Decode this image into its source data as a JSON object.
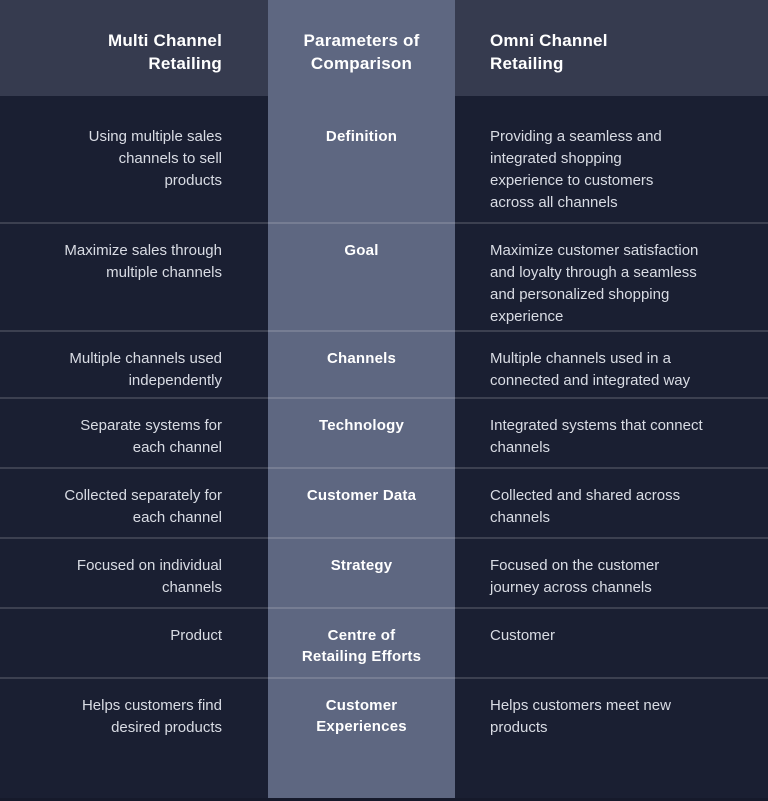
{
  "chart_data": {
    "type": "table",
    "columns": [
      "Multi Channel Retailing",
      "Parameters of Comparison",
      "Omni Channel Retailing"
    ],
    "rows": [
      [
        "Using multiple sales channels to sell products",
        "Definition",
        "Providing a seamless and integrated shopping experience to customers across all channels"
      ],
      [
        "Maximize sales through multiple channels",
        "Goal",
        "Maximize customer satisfaction and loyalty through a seamless and personalized shopping experience"
      ],
      [
        "Multiple channels used independently",
        "Channels",
        "Multiple channels used in a connected and integrated way"
      ],
      [
        "Separate systems for each channel",
        "Technology",
        "Integrated systems that connect channels"
      ],
      [
        "Collected separately for each channel",
        "Customer Data",
        "Collected and shared across channels"
      ],
      [
        "Focused on individual channels",
        "Strategy",
        "Focused on the customer journey across channels"
      ],
      [
        "Product",
        "Centre of Retailing Efforts",
        "Customer"
      ],
      [
        "Helps customers find desired products",
        "Customer Experiences",
        "Helps customers meet new products"
      ]
    ]
  },
  "header": {
    "left": "Multi Channel\nRetailing",
    "middle": "Parameters of\nComparison",
    "right": "Omni Channel\nRetailing"
  },
  "rows": [
    {
      "left": "Using multiple sales\nchannels to sell\nproducts",
      "param": "Definition",
      "right": "Providing a seamless and\nintegrated shopping\nexperience to customers\nacross all channels"
    },
    {
      "left": "Maximize sales through\nmultiple channels",
      "param": "Goal",
      "right": "Maximize customer satisfaction\nand loyalty through a seamless\nand personalized shopping\nexperience"
    },
    {
      "left": "Multiple channels used\nindependently",
      "param": "Channels",
      "right": "Multiple channels used in a\nconnected and integrated way"
    },
    {
      "left": "Separate systems for\neach channel",
      "param": "Technology",
      "right": "Integrated systems that connect\nchannels"
    },
    {
      "left": "Collected separately for\neach channel",
      "param": "Customer Data",
      "right": "Collected and shared across\nchannels"
    },
    {
      "left": "Focused on individual\nchannels",
      "param": "Strategy",
      "right": "Focused on the customer\njourney across channels"
    },
    {
      "left": "Product",
      "param": "Centre of\nRetailing Efforts",
      "right": "Customer"
    },
    {
      "left": "Helps customers find\ndesired products",
      "param": "Customer\nExperiences",
      "right": "Helps customers meet new\nproducts"
    }
  ],
  "colors": {
    "header_side_bg": "#363b4f",
    "body_side_bg": "#1a1f32",
    "middle_col_bg": "#5e6781",
    "footer_bg": "#161a2b",
    "divider": "rgba(255,255,255,0.15)",
    "header_text": "#ffffff",
    "param_text": "#ffffff",
    "body_text": "#d9dce4"
  }
}
